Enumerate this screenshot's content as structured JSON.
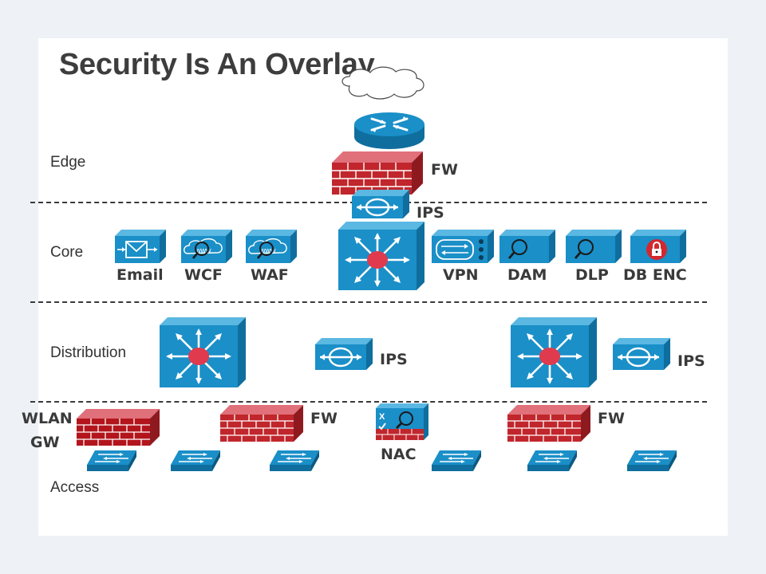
{
  "title": "Security Is An Overlay",
  "layers": {
    "edge": "Edge",
    "core": "Core",
    "distribution": "Distribution",
    "access": "Access"
  },
  "labels": {
    "edge_fw": "FW",
    "edge_ips": "IPS",
    "email": "Email",
    "wcf": "WCF",
    "waf": "WAF",
    "vpn": "VPN",
    "dam": "DAM",
    "dlp": "DLP",
    "db_enc": "DB ENC",
    "dist_ips_left": "IPS",
    "dist_ips_right": "IPS",
    "wlan_gw_line1": "WLAN",
    "wlan_gw_line2": "GW",
    "access_fw_left": "FW",
    "nac": "NAC",
    "access_fw_right": "FW"
  },
  "icon_glyphs": {
    "www": "www",
    "nac_x": "X"
  },
  "colors": {
    "device_blue": "#1a8fc8",
    "firewall_red": "#c0262c",
    "switch_center": "#e03a4e"
  }
}
